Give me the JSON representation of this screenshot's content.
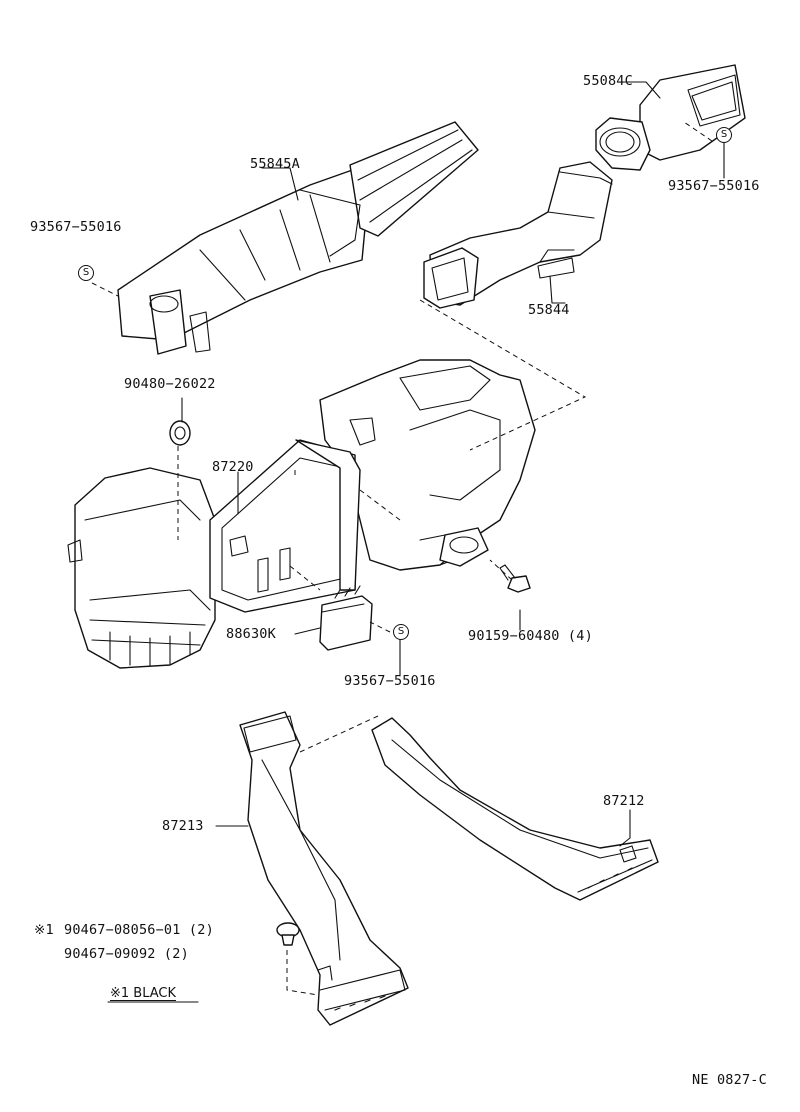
{
  "parts": {
    "p55845a": "55845A",
    "p93567_top_left": "93567−55016",
    "p55084c": "55084C",
    "p93567_top_right": "93567−55016",
    "p55844": "55844",
    "p90480": "90480−26022",
    "p87220": "87220",
    "p88630k": "88630K",
    "p93567_mid": "93567−55016",
    "p90159": "90159−60480 (4)",
    "p87212": "87212",
    "p87213": "87213",
    "p90467a": "90467−08056−01 (2)",
    "p90467b": "90467−09092 (2)"
  },
  "marks": {
    "s_symbol": "S",
    "note_star": "※1",
    "note_legend": "※1 BLACK"
  },
  "footer": {
    "code": "NE 0827-C"
  }
}
